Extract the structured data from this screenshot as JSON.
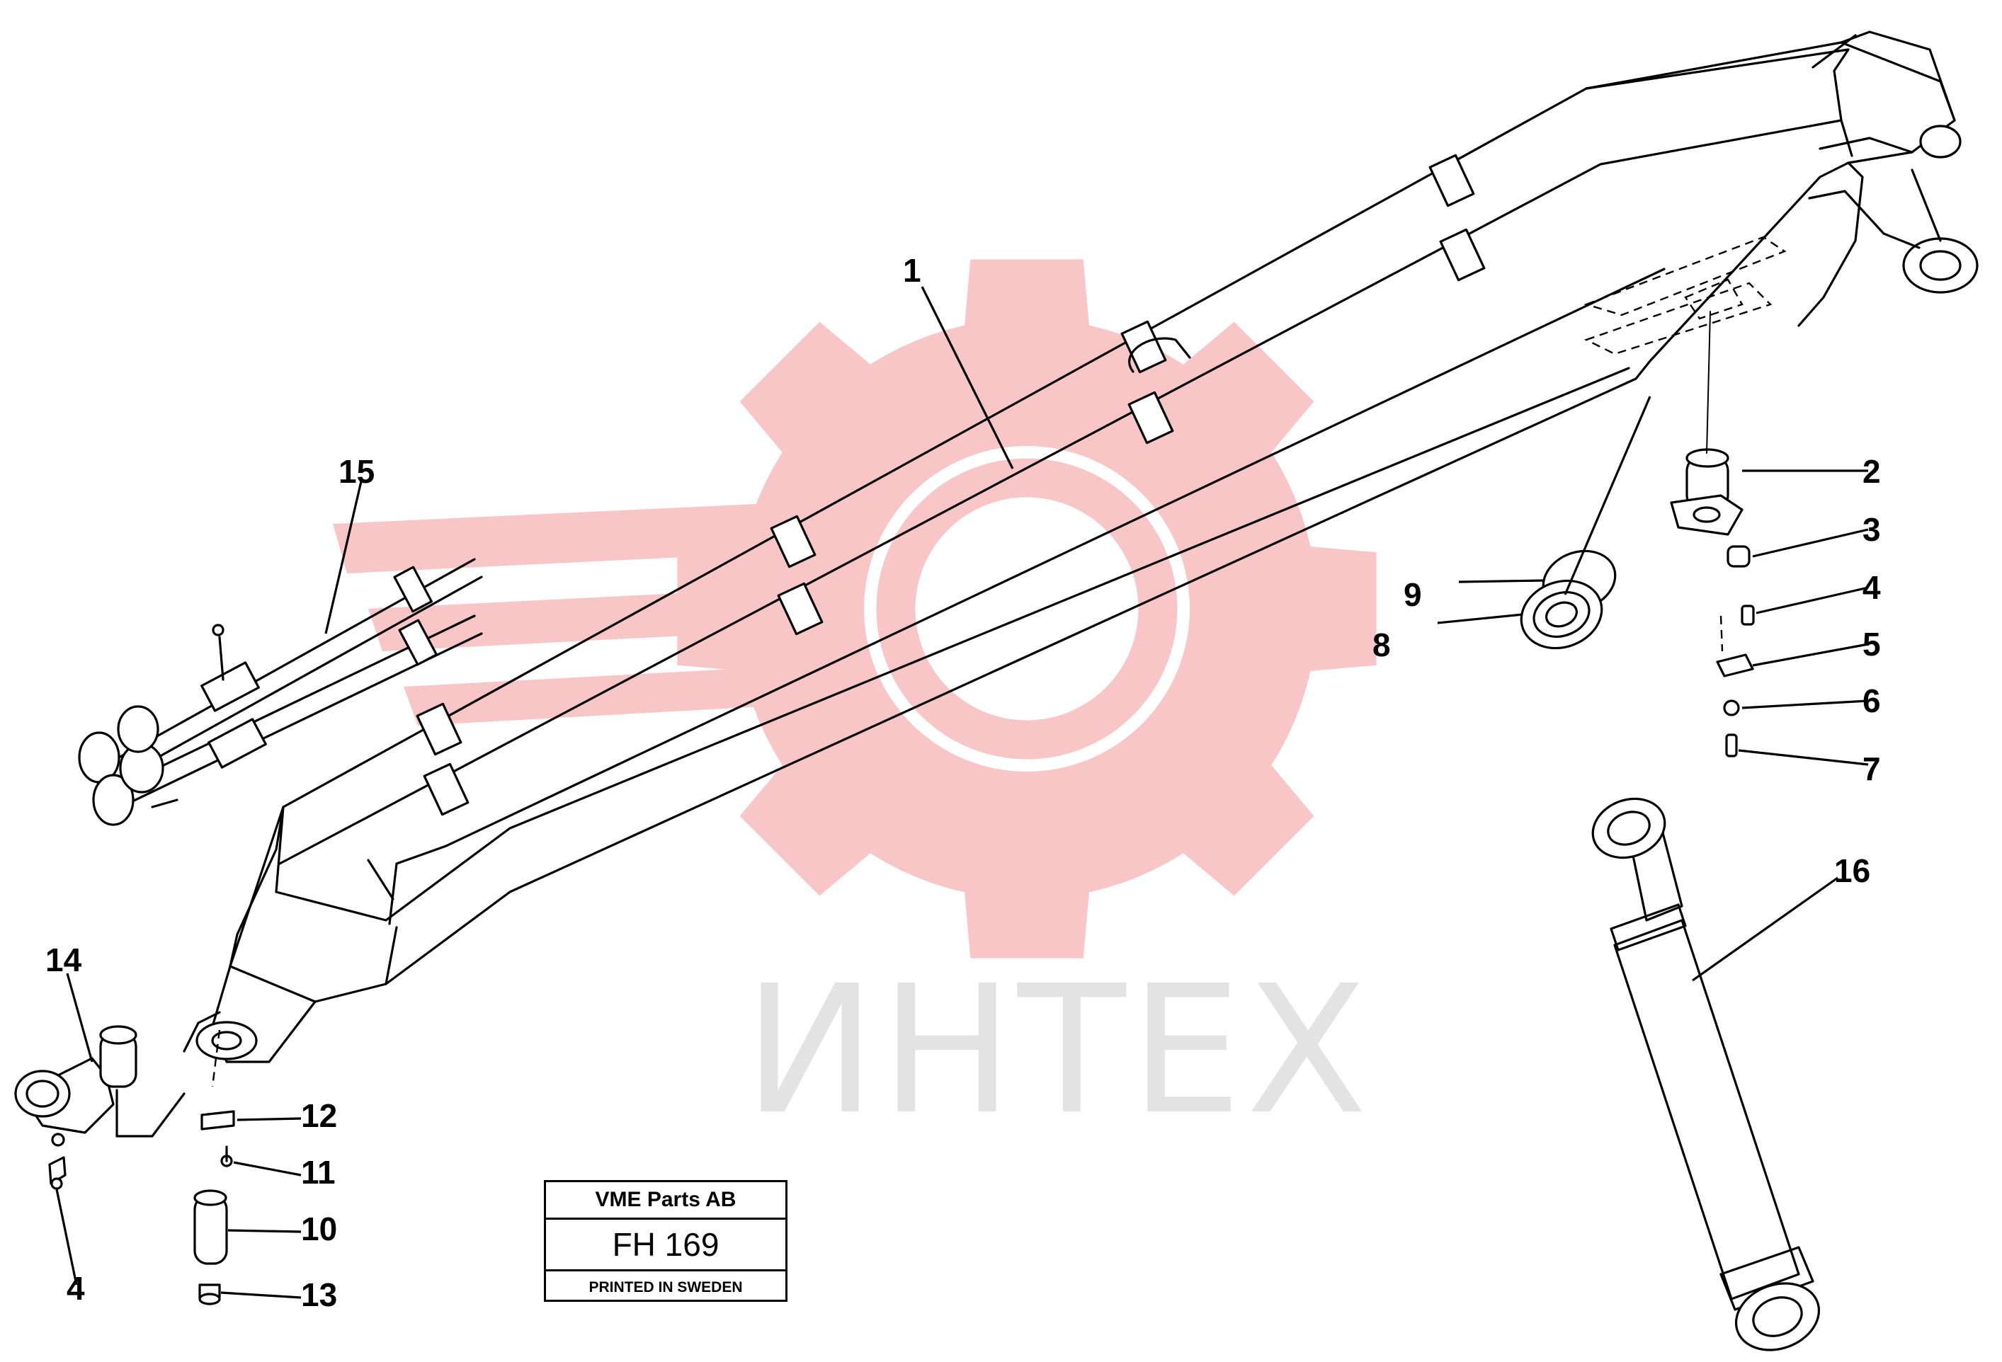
{
  "watermark": {
    "text": "ИНТЕХ",
    "gear_color": "#f9c6c7",
    "text_color": "#e3e3e3"
  },
  "callouts": {
    "c1": "1",
    "c2": "2",
    "c3": "3",
    "c4_right": "4",
    "c5": "5",
    "c6": "6",
    "c7": "7",
    "c8": "8",
    "c9": "9",
    "c10": "10",
    "c11": "11",
    "c12": "12",
    "c13": "13",
    "c14": "14",
    "c15": "15",
    "c16": "16",
    "c4_left": "4"
  },
  "title_block": {
    "company": "VME Parts AB",
    "code": "FH 169",
    "footer": "PRINTED IN SWEDEN"
  }
}
